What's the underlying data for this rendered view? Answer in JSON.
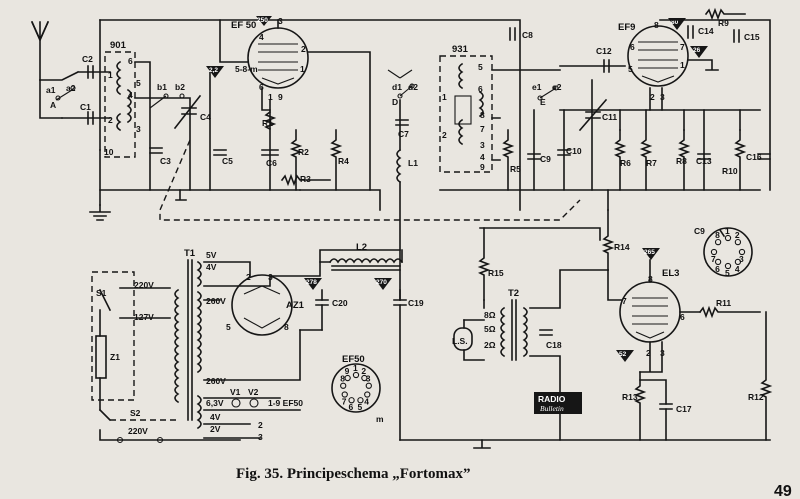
{
  "figure": {
    "caption": "Fig. 35.  Principeschema „Fortomax”",
    "page_number": "49"
  },
  "badge": {
    "line1": "RADIO",
    "line2": "Bulletin"
  },
  "tubes": {
    "ef50": "EF 50",
    "ef9": "EF9",
    "el3": "EL3",
    "az1": "AZ1"
  },
  "coils": {
    "c901": "901",
    "c931": "931",
    "l1": "L1",
    "l2": "L2",
    "t1": "T1",
    "t2": "T2",
    "ls": "L.S."
  },
  "capacitors": [
    "C1",
    "C2",
    "C3",
    "C4",
    "C5",
    "C6",
    "C7",
    "C8",
    "C9",
    "C10",
    "C11",
    "C12",
    "C13",
    "C14",
    "C15",
    "C16",
    "C17",
    "C18",
    "C19",
    "C20"
  ],
  "resistors": [
    "R1",
    "R2",
    "R3",
    "R4",
    "R5",
    "R6",
    "R7",
    "R8",
    "R9",
    "R10",
    "R11",
    "R12",
    "R13",
    "R14",
    "R15"
  ],
  "voltage_markers": [
    "250",
    "2,2",
    "80",
    "26",
    "265",
    "52",
    "278",
    "270"
  ],
  "supply": {
    "v5": "5V",
    "v4a": "4V",
    "v260a": "260V",
    "v260b": "260V",
    "v63": "6,3V",
    "v4b": "4V",
    "v2": "2V",
    "mains220": "220V",
    "mains127": "127V",
    "mains220b": "220V",
    "pilot1": "V1",
    "pilot2": "V2",
    "heater_note": "1-9 EF50",
    "switch": "S1",
    "fuse": "Z1",
    "s2": "S2"
  },
  "switch_contacts": [
    "a1",
    "a2",
    "A",
    "b1",
    "b2",
    "d1",
    "d2",
    "D",
    "e1",
    "e2",
    "E"
  ],
  "ohm": [
    "8Ω",
    "5Ω",
    "2Ω"
  ],
  "socket_title": "EF50",
  "socket_m": "m",
  "ef50_pins": [
    "1",
    "2",
    "3",
    "4",
    "5",
    "6",
    "7",
    "8",
    "9"
  ],
  "ef50_pin_note": "5-8-m",
  "tube_pins": {
    "el3_6": "6",
    "el3_7": "7",
    "el3_8": "8",
    "el3_2": "2",
    "el3_3": "3",
    "ef9_8": "8",
    "ef9_3": "3",
    "ef9_7": "7",
    "ef9_1": "1",
    "ef9_2": "2",
    "ef9_6": "6",
    "ef9_5": "5"
  },
  "coil_pins_901": [
    "1",
    "2",
    "3",
    "4",
    "5",
    "6",
    "10"
  ],
  "coil_pins_931": [
    "1",
    "2",
    "3",
    "4",
    "5",
    "6",
    "7",
    "8",
    "9"
  ],
  "el3_socket_pins": [
    "1",
    "2",
    "3",
    "4",
    "5",
    "6",
    "7",
    "8"
  ]
}
